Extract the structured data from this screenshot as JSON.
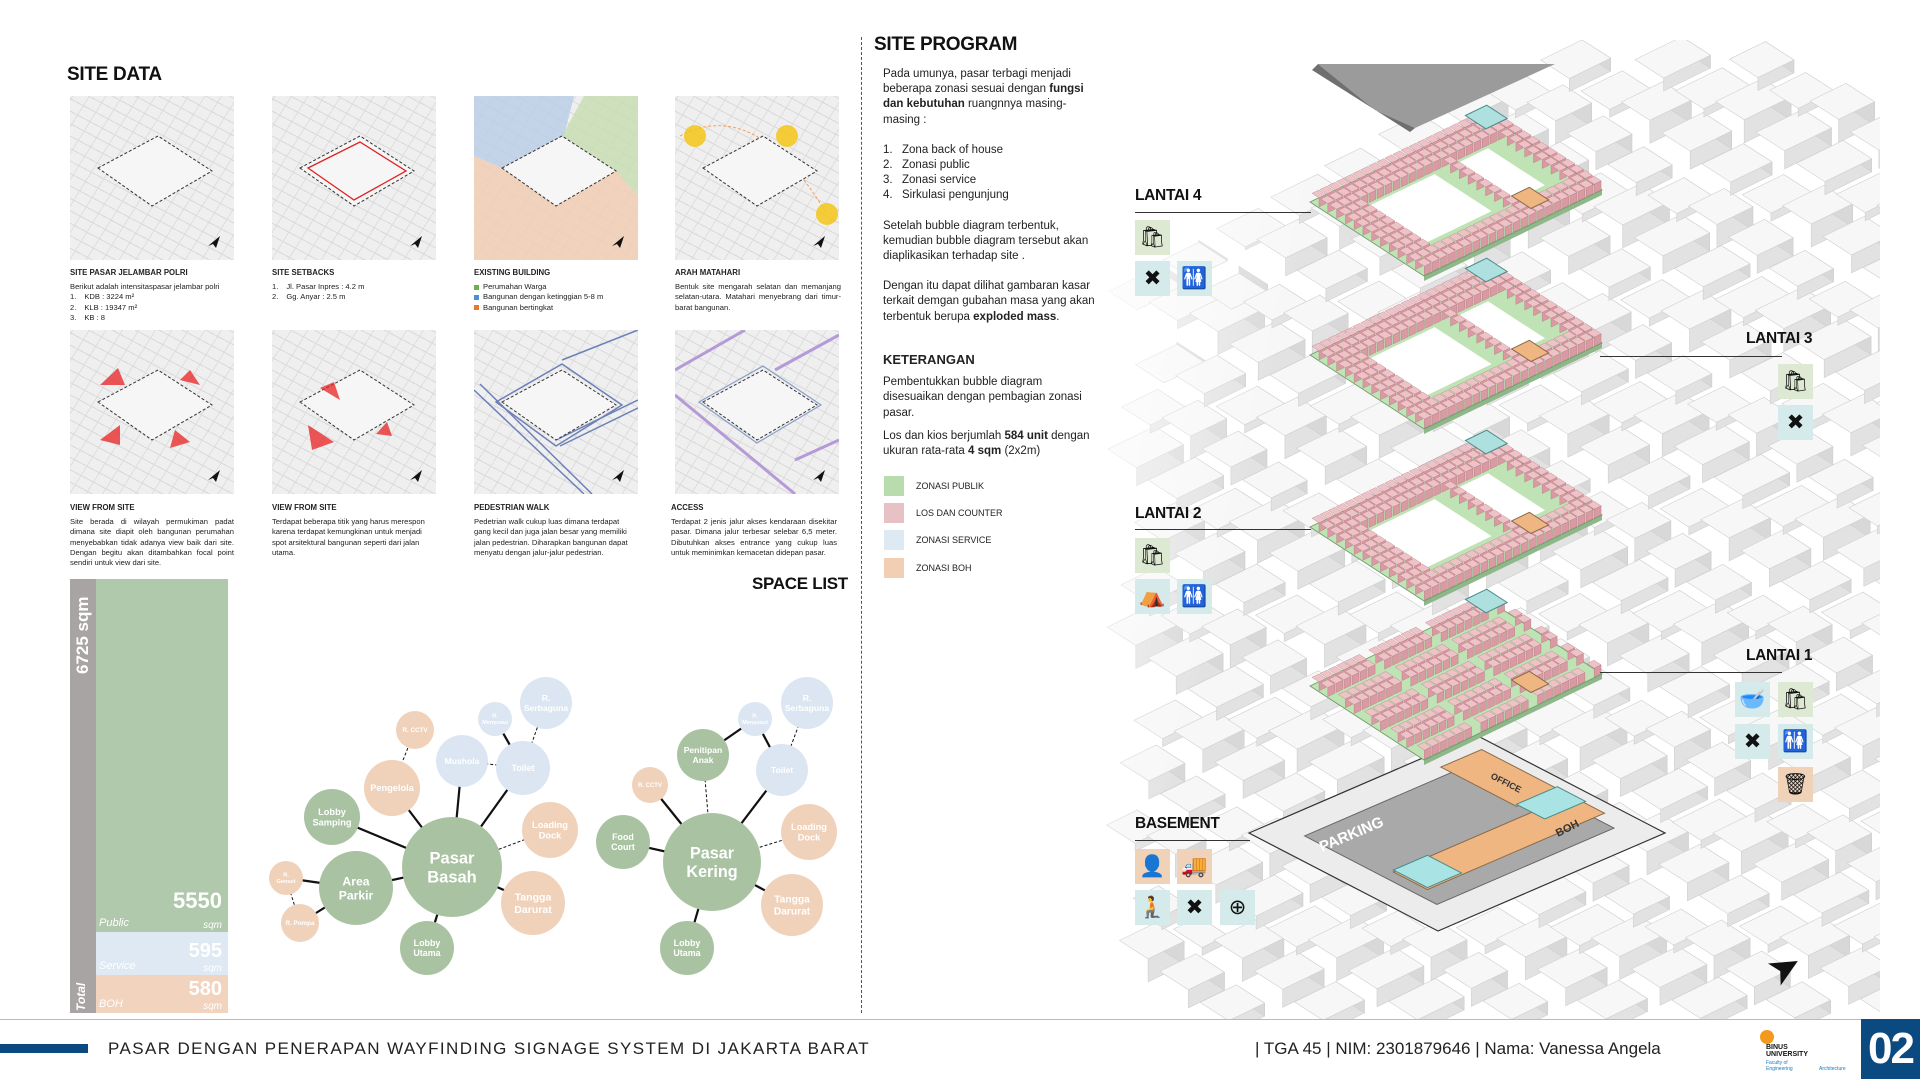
{
  "site_data": {
    "title": "SITE DATA",
    "panels": [
      {
        "title": "SITE PASAR JELAMBAR POLRI",
        "text": "Berikut adalah intensitaspasar jelambar polri",
        "items": [
          "KDB : 3224 m²",
          "KLB : 19347 m²",
          "KB : 8"
        ]
      },
      {
        "title": "SITE SETBACKS",
        "items": [
          "Jl. Pasar Inpres : 4.2 m",
          "Gg. Anyar : 2.5 m"
        ]
      },
      {
        "title": "EXISTING BUILDING",
        "legend": [
          {
            "label": "Perumahan Warga",
            "color": "#6ab04c"
          },
          {
            "label": "Bangunan dengan ketinggian 5-8 m",
            "color": "#4a90d9"
          },
          {
            "label": "Bangunan bertingkat",
            "color": "#e8782d"
          }
        ]
      },
      {
        "title": "ARAH MATAHARI",
        "text": "Bentuk site mengarah selatan dan memanjang selatan-utara. Matahari menyebrang dari timur-barat bangunan."
      },
      {
        "title": "VIEW FROM SITE",
        "text": "Site berada di wilayah permukiman padat dimana site diapit oleh bangunan perumahan menyebabkan tidak adanya view baik dari site. Dengan begitu akan ditambahkan focal point sendiri untuk view dari site."
      },
      {
        "title": "VIEW FROM SITE",
        "text": "Terdapat beberapa titik yang harus merespon karena terdapat kemungkinan untuk menjadi spot arsitektural bangunan seperti dari jalan utama."
      },
      {
        "title": "PEDESTRIAN WALK",
        "text": "Pedetrian walk cukup luas dimana terdapat gang kecil dan juga jalan besar yang memiliki jalan pedestrian. Diharapkan bangunan dapat menyatu dengan jalur-jalur pedestrian."
      },
      {
        "title": "ACCESS",
        "text": "Terdapat 2 jenis jalur akses kendaraan disekitar pasar. Dimana jalur terbesar selebar 6,5 meter. Dibutuhkan akses entrance yang cukup luas untuk meminimkan kemacetan didepan pasar."
      }
    ]
  },
  "area_bar": {
    "total_label": "6725 sqm",
    "total_word": "Total",
    "segments": [
      {
        "name": "Public",
        "value": 5550,
        "unit": "sqm",
        "color": "#b0c8ab"
      },
      {
        "name": "Service",
        "value": 595,
        "unit": "sqm",
        "color": "#dfe9f4"
      },
      {
        "name": "BOH",
        "value": 580,
        "unit": "sqm",
        "color": "#f2d3bd"
      }
    ],
    "total_color": "#a8a4a4"
  },
  "space_list": {
    "title": "SPACE LIST",
    "colors": {
      "public": "#a9c3a2",
      "boh": "#f0d2bb",
      "service": "#dbe6f2"
    },
    "diagrams": [
      {
        "name": "pasar-basah",
        "nodes": [
          {
            "lines": [
              "Pasar",
              "Basah"
            ],
            "zone": "public"
          },
          {
            "lines": [
              "Area",
              "Parkir"
            ],
            "zone": "public"
          },
          {
            "lines": [
              "Lobby",
              "Samping"
            ],
            "zone": "public"
          },
          {
            "lines": [
              "Lobby",
              "Utama"
            ],
            "zone": "public"
          },
          {
            "lines": [
              "Pengelola"
            ],
            "zone": "boh"
          },
          {
            "lines": [
              "R. CCTV"
            ],
            "zone": "boh"
          },
          {
            "lines": [
              "R.",
              "Genset"
            ],
            "zone": "boh"
          },
          {
            "lines": [
              "R. Pompa"
            ],
            "zone": "boh"
          },
          {
            "lines": [
              "Loading",
              "Dock"
            ],
            "zone": "boh"
          },
          {
            "lines": [
              "Tangga",
              "Darurat"
            ],
            "zone": "boh"
          },
          {
            "lines": [
              "Mushola"
            ],
            "zone": "service"
          },
          {
            "lines": [
              "Toilet"
            ],
            "zone": "service"
          },
          {
            "lines": [
              "R.",
              "Menyusui"
            ],
            "zone": "service"
          },
          {
            "lines": [
              "R.",
              "Serbaguna"
            ],
            "zone": "service"
          }
        ],
        "edges": [
          [
            0,
            1,
            "solid"
          ],
          [
            0,
            2,
            "solid"
          ],
          [
            0,
            3,
            "solid"
          ],
          [
            0,
            4,
            "solid"
          ],
          [
            0,
            10,
            "solid"
          ],
          [
            0,
            11,
            "solid"
          ],
          [
            0,
            8,
            "dashed"
          ],
          [
            0,
            9,
            "solid"
          ],
          [
            4,
            5,
            "dashed"
          ],
          [
            11,
            10,
            "dashed"
          ],
          [
            11,
            12,
            "solid"
          ],
          [
            11,
            13,
            "dashed"
          ],
          [
            1,
            6,
            "solid"
          ],
          [
            1,
            7,
            "solid"
          ],
          [
            6,
            7,
            "dashed"
          ]
        ]
      },
      {
        "name": "pasar-kering",
        "nodes": [
          {
            "lines": [
              "Pasar",
              "Kering"
            ],
            "zone": "public"
          },
          {
            "lines": [
              "Food",
              "Court"
            ],
            "zone": "public"
          },
          {
            "lines": [
              "Penitipan",
              "Anak"
            ],
            "zone": "public"
          },
          {
            "lines": [
              "Lobby",
              "Utama"
            ],
            "zone": "public"
          },
          {
            "lines": [
              "R. CCTV"
            ],
            "zone": "boh"
          },
          {
            "lines": [
              "Loading",
              "Dock"
            ],
            "zone": "boh"
          },
          {
            "lines": [
              "Tangga",
              "Darurat"
            ],
            "zone": "boh"
          },
          {
            "lines": [
              "Toilet"
            ],
            "zone": "service"
          },
          {
            "lines": [
              "R.",
              "Menyusui"
            ],
            "zone": "service"
          },
          {
            "lines": [
              "R.",
              "Serbaguna"
            ],
            "zone": "service"
          }
        ],
        "edges": [
          [
            0,
            1,
            "solid"
          ],
          [
            0,
            4,
            "solid"
          ],
          [
            0,
            2,
            "dashed"
          ],
          [
            0,
            7,
            "solid"
          ],
          [
            0,
            5,
            "dashed"
          ],
          [
            0,
            6,
            "solid"
          ],
          [
            0,
            3,
            "solid"
          ],
          [
            2,
            8,
            "solid"
          ],
          [
            8,
            7,
            "solid"
          ],
          [
            7,
            9,
            "dashed"
          ]
        ]
      }
    ]
  },
  "site_program": {
    "title": "SITE PROGRAM",
    "intro_a": "Pada umunya, pasar terbagi menjadi beberapa zonasi sesuai dengan ",
    "intro_bold": "fungsi dan kebutuhan",
    "intro_b": " ruangnnya masing-masing :",
    "list": [
      "Zona back of house",
      "Zonasi public",
      "Zonasi service",
      "Sirkulasi pengunjung"
    ],
    "para2": "Setelah bubble diagram terbentuk, kemudian bubble diagram tersebut akan diaplikasikan terhadap site .",
    "para3_a": "Dengan itu dapat dilihat gambaran kasar terkait demgan gubahan masa yang akan terbentuk berupa ",
    "para3_bold": "exploded mass",
    "para3_b": ".",
    "ket_title": "KETERANGAN",
    "ket1": "Pembentukkan bubble diagram disesuaikan dengan pembagian zonasi pasar.",
    "ket2_a": "Los dan kios berjumlah ",
    "ket2_bold1": "584 unit",
    "ket2_b": " dengan ukuran rata-rata ",
    "ket2_bold2": "4 sqm",
    "ket2_c": " (2x2m)",
    "legend": [
      {
        "label": "ZONASI PUBLIK",
        "color": "#b9dcae"
      },
      {
        "label": "LOS DAN COUNTER",
        "color": "#e6c2c6"
      },
      {
        "label": "ZONASI SERVICE",
        "color": "#dde9f3"
      },
      {
        "label": "ZONASI BOH",
        "color": "#f2cfb3"
      }
    ]
  },
  "floors": [
    {
      "label": "LANTAI 4",
      "icons": [
        "shopping-bag-icon",
        "food-court-icon",
        "restroom-icon"
      ]
    },
    {
      "label": "LANTAI 3",
      "icons": [
        "shopping-bag-icon",
        "food-court-icon"
      ]
    },
    {
      "label": "LANTAI 2",
      "icons": [
        "shopping-bag-icon",
        "playground-icon",
        "restroom-icon"
      ]
    },
    {
      "label": "LANTAI 1",
      "icons": [
        "grocery-icon",
        "shopping-bag-icon",
        "food-court-icon",
        "restroom-icon",
        "trash-icon"
      ]
    },
    {
      "label": "BASEMENT",
      "icons": [
        "office-staff-icon",
        "delivery-truck-icon",
        "prayer-icon",
        "food-court-icon",
        "first-aid-icon"
      ]
    }
  ],
  "isometric": {
    "parking": "PARKING",
    "boh": "BOH",
    "office": "OFFICE"
  },
  "footer": {
    "title": "PASAR DENGAN PENERAPAN WAYFINDING SIGNAGE SYSTEM DI JAKARTA BARAT",
    "info": "| TGA 45 | NIM: 2301879646 | Nama: Vanessa Angela",
    "logo_text": "BINUS UNIVERSITY",
    "logo_sub": "Faculty of Engineering",
    "logo_dept": "Architecture",
    "page": "02",
    "accent": "#0b4a80"
  }
}
